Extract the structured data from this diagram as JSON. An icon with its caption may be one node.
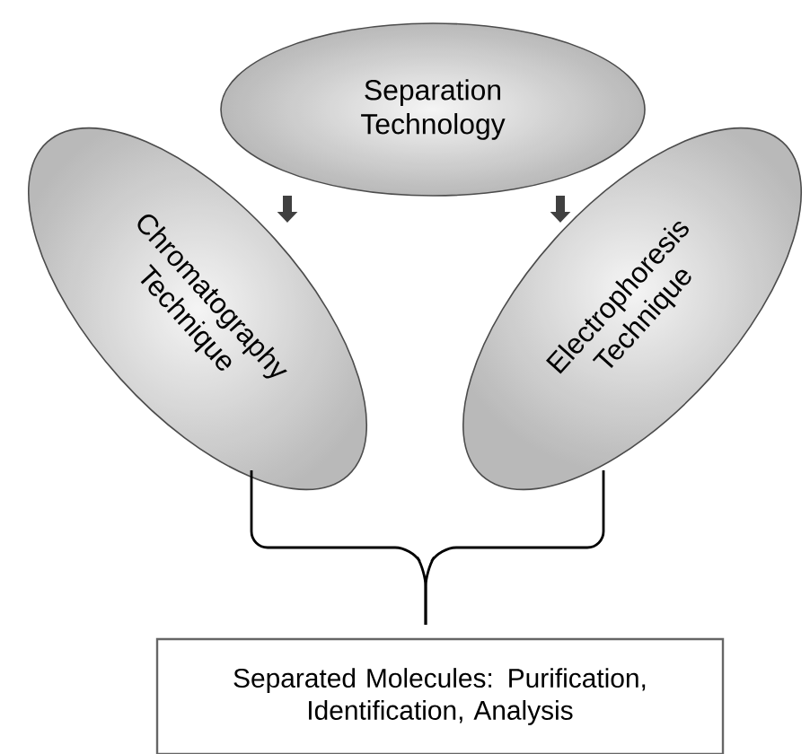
{
  "diagram": {
    "nodes": [
      {
        "text": [
          "Separation Technology"
        ]
      },
      {
        "text": [
          "Chromatography Technique"
        ]
      },
      {
        "text": [
          "Electrophoresis Technique"
        ]
      },
      {
        "text": [
          "Separated Molecules: Purification, Identification, Analysis"
        ]
      }
    ],
    "edges": [
      {
        "from": 0,
        "to": 1,
        "arrow": "to",
        "style": "thick"
      },
      {
        "from": 0,
        "to": 2,
        "arrow": "to",
        "style": "thick"
      },
      {
        "from": 1,
        "to": 3,
        "arrow": "none"
      },
      {
        "from": 2,
        "to": 3,
        "arrow": "none"
      }
    ]
  }
}
